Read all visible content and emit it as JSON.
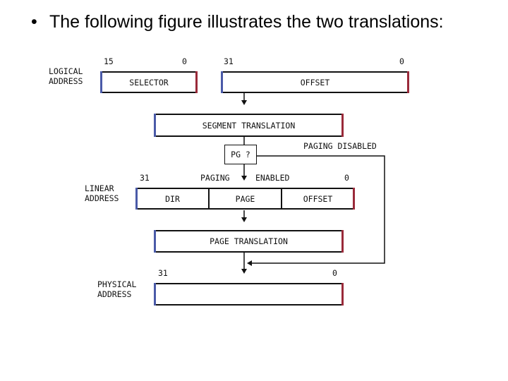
{
  "heading": {
    "bullet": "•",
    "text": "The following figure illustrates the two translations:"
  },
  "diagram": {
    "logical_address": {
      "label_line1": "LOGICAL",
      "label_line2": "ADDRESS",
      "bit15": "15",
      "bit0_selector": "0",
      "bit31": "31",
      "bit0_offset": "0",
      "selector": "SELECTOR",
      "offset": "OFFSET"
    },
    "segment_translation": "SEGMENT TRANSLATION",
    "paging_disabled": "PAGING DISABLED",
    "pg_check": "PG ?",
    "linear_address": {
      "label_line1": "LINEAR",
      "label_line2": "ADDRESS",
      "bit31": "31",
      "paging": "PAGING",
      "enabled": "ENABLED",
      "bit0": "0",
      "dir": "DIR",
      "page": "PAGE",
      "offset": "OFFSET"
    },
    "page_translation": "PAGE TRANSLATION",
    "physical_address": {
      "label_line1": "PHYSICAL",
      "label_line2": "ADDRESS",
      "bit31": "31",
      "bit0": "0"
    },
    "colors": {
      "line": "#111111",
      "edge_left": "#4a5aa8",
      "edge_right": "#9a2a3a"
    }
  }
}
